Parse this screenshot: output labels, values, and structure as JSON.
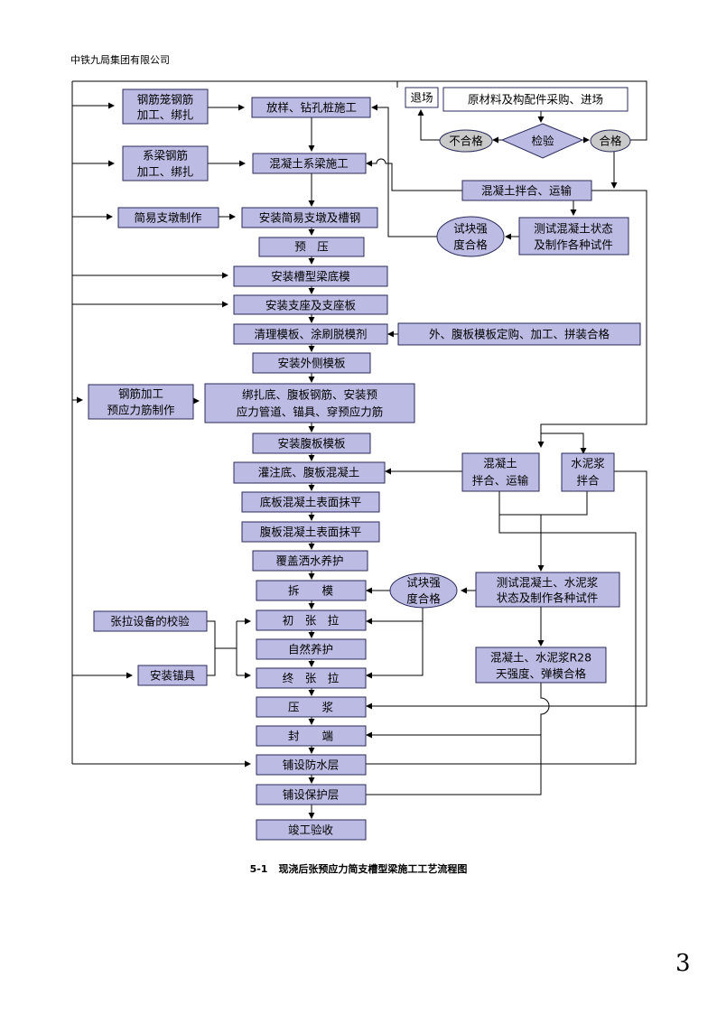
{
  "header": {
    "company": "中铁九局集团有限公司"
  },
  "caption": {
    "number": "5-1",
    "title": "现浇后张预应力简支槽型梁施工工艺流程图"
  },
  "page_number": "3",
  "main_flow": {
    "fangyang": "放样、钻孔桩施工",
    "xiliang": "混凝土系梁施工",
    "zhidun": "安装简易支墩及槽钢",
    "yuya": "预　压",
    "dimo": "安装槽型梁底模",
    "zhizuo": "安装支座及支座板",
    "qingli": "清理模板、涂刷脱模剂",
    "waice": "安装外侧模板",
    "bangza_1": "绑扎底、腹板钢筋、安装预",
    "bangza_2": "应力管道、锚具、穿预应力筋",
    "fuban": "安装腹板模板",
    "guanzhu": "灌注底、腹板混凝土",
    "dibanmo": "底板混凝土表面抹平",
    "fubanmo": "腹板混凝土表面抹平",
    "fugai": "覆盖洒水养护",
    "chaimo": "拆　　模",
    "chuzhang": "初　张　拉",
    "ziran": "自然养护",
    "zhongzhang": "终　张　拉",
    "yajiang": "压　　浆",
    "fengduan": "封　　端",
    "fangshui": "铺设防水层",
    "baohu": "铺设保护层",
    "jungong": "竣工验收"
  },
  "left_inputs": {
    "gangjinlong_1": "钢筋笼钢筋",
    "gangjinlong_2": "加工、绑扎",
    "xiliang_gj_1": "系梁钢筋",
    "xiliang_gj_2": "加工、绑扎",
    "jianyi": "简易支墩制作",
    "yyl_1": "钢筋加工",
    "yyl_2": "预应力筋制作",
    "jiaoyan": "张拉设备的校验",
    "maoju": "安装锚具"
  },
  "right_side": {
    "tuichang": "退场",
    "caigou": "原材料及构配件采购、进场",
    "jianyan": "检验",
    "buhege": "不合格",
    "hege": "合格",
    "banhe": "混凝土拌合、运输",
    "shikuai_a_1": "试块强",
    "shikuai_a_2": "度合格",
    "ceshi_a_1": "测试混凝土状态",
    "ceshi_a_2": "及制作各种试件",
    "waifu": "外、腹板模板定购、加工、拼装合格",
    "hnt_1": "混凝土",
    "hnt_2": "拌合、运输",
    "snj_1": "水泥浆",
    "snj_2": "拌合",
    "ceshi_b_1": "测试混凝土、水泥浆",
    "ceshi_b_2": "状态及制作各种试件",
    "shikuai_b_1": "试块强",
    "shikuai_b_2": "度合格",
    "r28_1": "混凝土、水泥浆R28",
    "r28_2": "天强度、弹模合格"
  },
  "colors": {
    "box_fill": "#bcbbe3",
    "box_stroke": "#2a2a5a",
    "grey_fill": "#c9c9c9"
  }
}
